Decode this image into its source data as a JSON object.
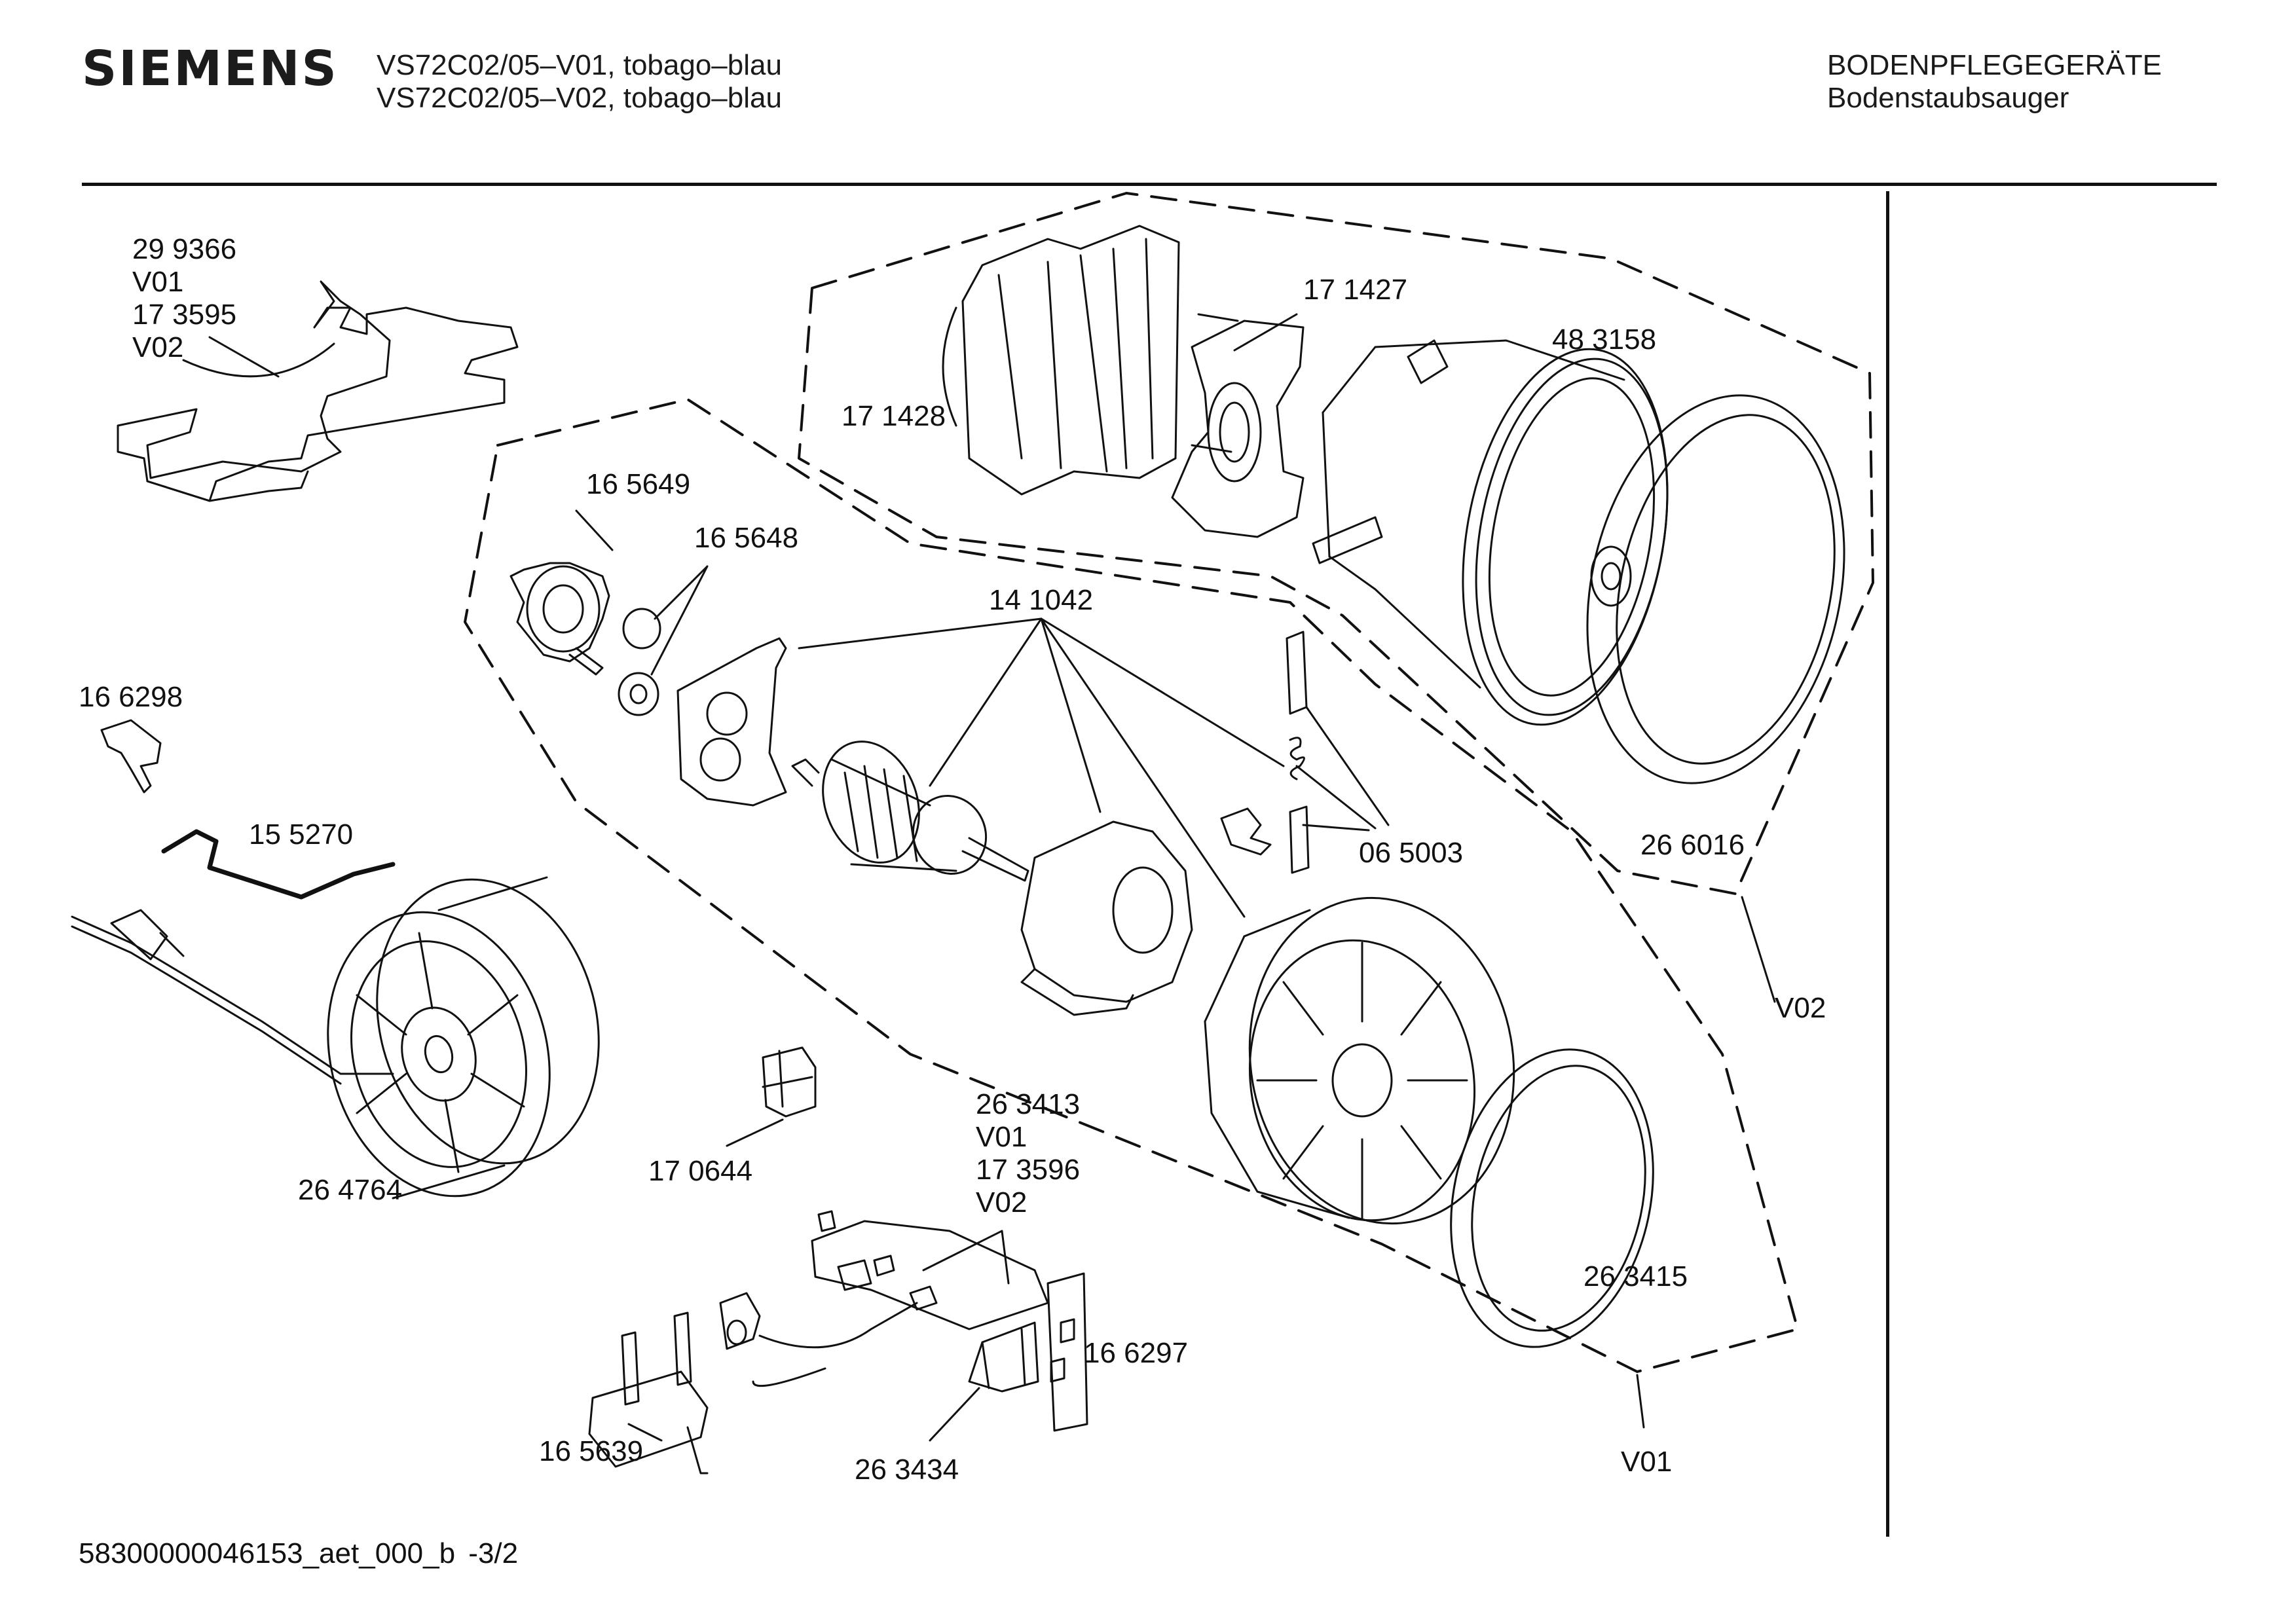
{
  "header": {
    "brand": "SIEMENS",
    "model_line_1": "VS72C02/05–V01, tobago–blau",
    "model_line_2": "VS72C02/05–V02, tobago–blau",
    "category": "BODENPFLEGEGERÄTE",
    "subcategory": "Bodenstaubsauger"
  },
  "parts": {
    "p299366": "29 9366",
    "v01_a": "V01",
    "p173595": "17 3595",
    "v02_a": "V02",
    "p171428": "17 1428",
    "p171427": "17 1427",
    "p483158": "48 3158",
    "p165649": "16 5649",
    "p165648": "16 5648",
    "p141042": "14 1042",
    "p166298": "16 6298",
    "p155270": "15 5270",
    "p065003": "06 5003",
    "p266016": "26 6016",
    "v02_group": "V02",
    "p264764": "26 4764",
    "p170644": "17 0644",
    "p263413": "26 3413",
    "v01_b": "V01",
    "p173596": "17 3596",
    "v02_b": "V02",
    "p263415": "26 3415",
    "p166297": "16 6297",
    "p165639": "16 5639",
    "p263434": "26 3434",
    "v01_group": "V01"
  },
  "footer": {
    "doc_id": "58300000046153_aet_000_b",
    "page": "-3/2"
  }
}
